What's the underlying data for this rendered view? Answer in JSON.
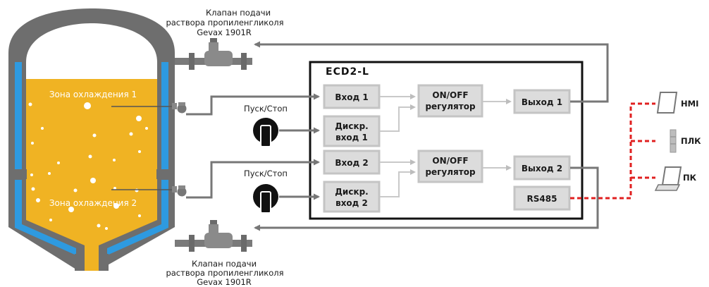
{
  "tank": {
    "zone1_label": "Зона охлаждения 1",
    "zone2_label": "Зона охлаждения 2"
  },
  "valve_top": {
    "line1": "Клапан подачи",
    "line2": "раствора пропиленгликоля",
    "line3": "Gevax 1901R"
  },
  "valve_bottom": {
    "line1": "Клапан подачи",
    "line2": "раствора пропиленгликоля",
    "line3": "Gevax 1901R"
  },
  "switch1_label": "Пуск/Стоп",
  "switch2_label": "Пуск/Стоп",
  "controller": {
    "title": "ECD2-L",
    "input1": "Вход 1",
    "input2": "Вход 2",
    "disc1_l1": "Дискр.",
    "disc1_l2": "вход 1",
    "disc2_l1": "Дискр.",
    "disc2_l2": "вход 2",
    "reg1_l1": "ON/OFF",
    "reg1_l2": "регулятор",
    "reg2_l1": "ON/OFF",
    "reg2_l2": "регулятор",
    "output1": "Выход 1",
    "output2": "Выход 2",
    "rs485": "RS485"
  },
  "devices": {
    "hmi": "HMI",
    "plc": "ПЛК",
    "pc": "ПК"
  },
  "colors": {
    "tank_wall": "#6e6e6e",
    "jacket": "#2e9ae0",
    "liquid": "#f0b323",
    "block_fill": "#dcdcdc",
    "block_border": "#c4c4c4",
    "pipe": "#7a7a7a",
    "network": "#e02020"
  }
}
